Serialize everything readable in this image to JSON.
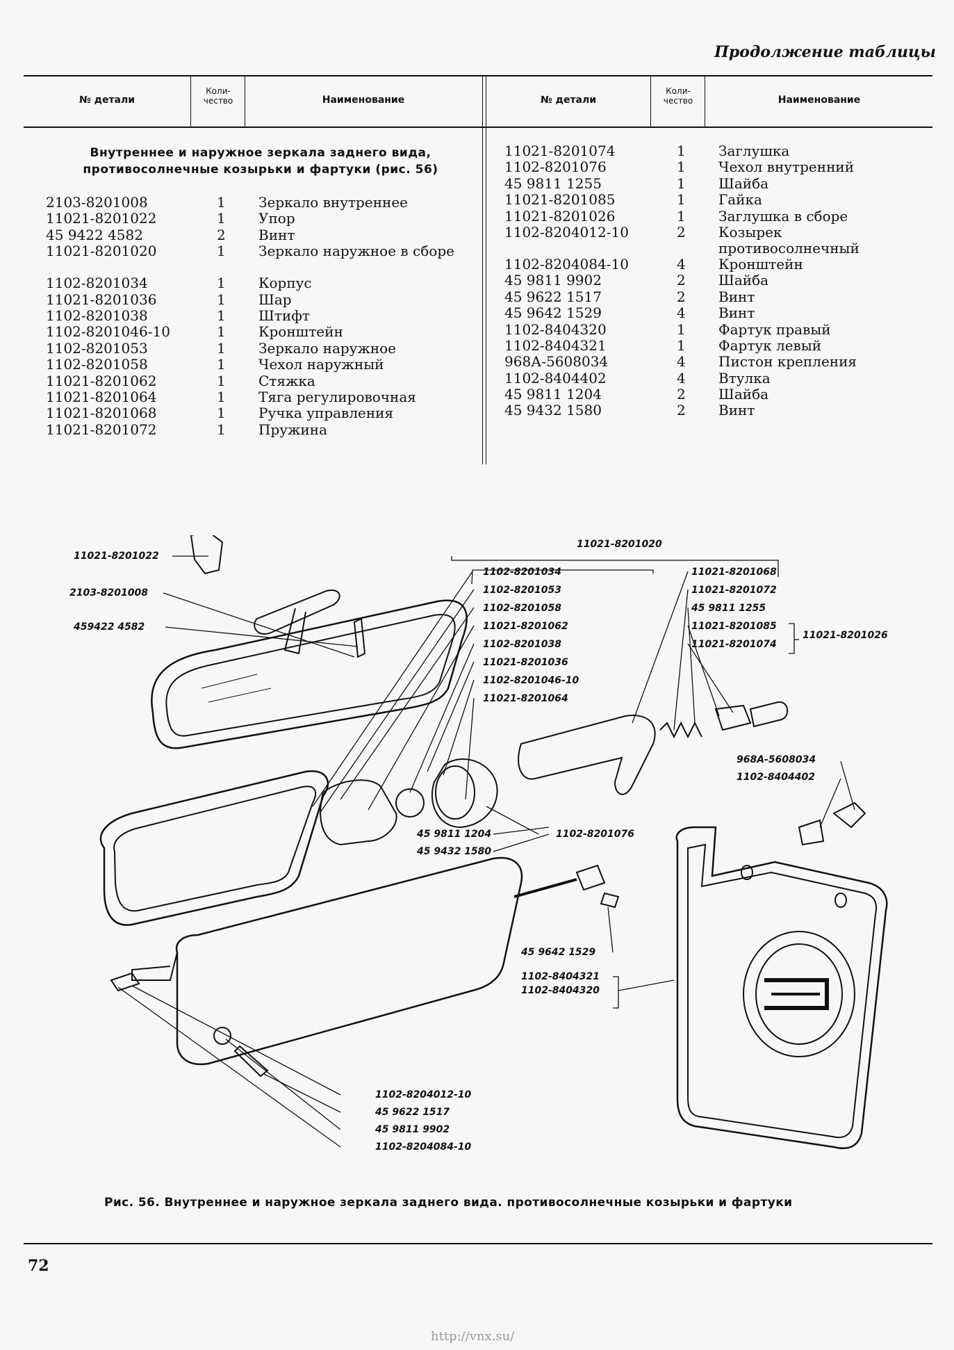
{
  "continuation_note": "Продолжение таблицы",
  "headers": {
    "part_no": "№ детали",
    "qty": "Коли-\nчество",
    "name": "Наименование"
  },
  "section_title": "Внутреннее и наружное зеркала заднего вида,\nпротивосолнечные козырьки и фартуки (рис. 56)",
  "left_rows": [
    {
      "part": "2103-8201008",
      "qty": "1",
      "name": "Зеркало внутреннее"
    },
    {
      "part": "11021-8201022",
      "qty": "1",
      "name": "Упор"
    },
    {
      "part": "45 9422 4582",
      "qty": "2",
      "name": "Винт"
    },
    {
      "part": "11021-8201020",
      "qty": "1",
      "name": "Зеркало наружное в сборе"
    },
    {
      "part": "1102-8201034",
      "qty": "1",
      "name": "Корпус"
    },
    {
      "part": "11021-8201036",
      "qty": "1",
      "name": "Шар"
    },
    {
      "part": "1102-8201038",
      "qty": "1",
      "name": "Штифт"
    },
    {
      "part": "1102-8201046-10",
      "qty": "1",
      "name": "Кронштейн"
    },
    {
      "part": "1102-8201053",
      "qty": "1",
      "name": "Зеркало наружное"
    },
    {
      "part": "1102-8201058",
      "qty": "1",
      "name": "Чехол наружный"
    },
    {
      "part": "11021-8201062",
      "qty": "1",
      "name": "Стяжка"
    },
    {
      "part": "11021-8201064",
      "qty": "1",
      "name": "Тяга регулировочная"
    },
    {
      "part": "11021-8201068",
      "qty": "1",
      "name": "Ручка управления"
    },
    {
      "part": "11021-8201072",
      "qty": "1",
      "name": "Пружина"
    }
  ],
  "right_rows": [
    {
      "part": "11021-8201074",
      "qty": "1",
      "name": "Заглушка"
    },
    {
      "part": "1102-8201076",
      "qty": "1",
      "name": "Чехол внутренний"
    },
    {
      "part": "45 9811 1255",
      "qty": "1",
      "name": "Шайба"
    },
    {
      "part": "11021-8201085",
      "qty": "1",
      "name": "Гайка"
    },
    {
      "part": "11021-8201026",
      "qty": "1",
      "name": "Заглушка в сборе"
    },
    {
      "part": "1102-8204012-10",
      "qty": "2",
      "name": "Козырек противосолнечный"
    },
    {
      "part": "1102-8204084-10",
      "qty": "4",
      "name": "Кронштейн"
    },
    {
      "part": "45 9811 9902",
      "qty": "2",
      "name": "Шайба"
    },
    {
      "part": "45 9622 1517",
      "qty": "2",
      "name": "Винт"
    },
    {
      "part": "45 9642 1529",
      "qty": "4",
      "name": "Винт"
    },
    {
      "part": "1102-8404320",
      "qty": "1",
      "name": "Фартук правый"
    },
    {
      "part": "1102-8404321",
      "qty": "1",
      "name": "Фартук левый"
    },
    {
      "part": "968А-5608034",
      "qty": "4",
      "name": "Пистон крепления"
    },
    {
      "part": "1102-8404402",
      "qty": "4",
      "name": "Втулка"
    },
    {
      "part": "45 9811 1204",
      "qty": "2",
      "name": "Шайба"
    },
    {
      "part": "45 9432 1580",
      "qty": "2",
      "name": "Винт"
    }
  ],
  "figure_labels": {
    "l1": "11021-8201022",
    "l2": "2103-8201008",
    "l3": "459422 4582",
    "top": "11021-8201020",
    "c1": "1102-8201034",
    "c2": "1102-8201053",
    "c3": "1102-8201058",
    "c4": "11021-8201062",
    "c5": "1102-8201038",
    "c6": "11021-8201036",
    "c7": "1102-8201046-10",
    "c8": "11021-8201064",
    "r1": "11021-8201068",
    "r2": "11021-8201072",
    "r3": "45 9811 1255",
    "r4": "11021-8201085",
    "r5": "11021-8201074",
    "r6": "11021-8201026",
    "p1": "968A-5608034",
    "p2": "1102-8404402",
    "w1": "45 9811 1204",
    "w2": "45 9432 1580",
    "m1": "1102-8201076",
    "s1": "45 9642 1529",
    "s2": "1102-8404321",
    "s3": "1102-8404320",
    "b1": "1102-8204012-10",
    "b2": "45 9622 1517",
    "b3": "45 9811 9902",
    "b4": "1102-8204084-10"
  },
  "caption": "Рис. 56. Внутреннее и наружное зеркала заднего вида. противосолнечные козырьки и фартуки",
  "page_number": "72",
  "footer_url": "http://vnx.su/"
}
